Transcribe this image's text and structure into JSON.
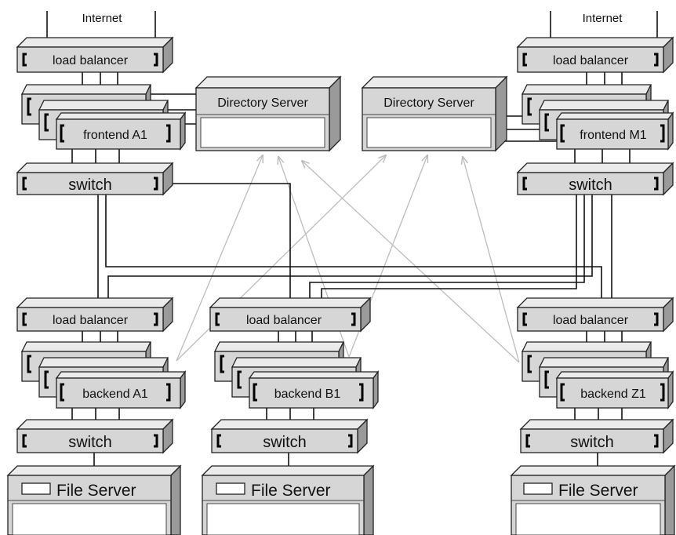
{
  "internet_label": "Internet",
  "load_balancer_label": "load balancer",
  "switch_label": "switch",
  "directory_server_label": "Directory Server",
  "file_server_label": "File Server",
  "frontends": [
    "frontend A1",
    "frontend M1"
  ],
  "backends": [
    "backend A1",
    "backend B1",
    "backend Z1"
  ],
  "colors": {
    "box_front": "#d6d6d6",
    "box_top": "#ebebeb",
    "box_side": "#9a9a9a",
    "wire": "#111111",
    "arrow": "#bdbdbd"
  }
}
